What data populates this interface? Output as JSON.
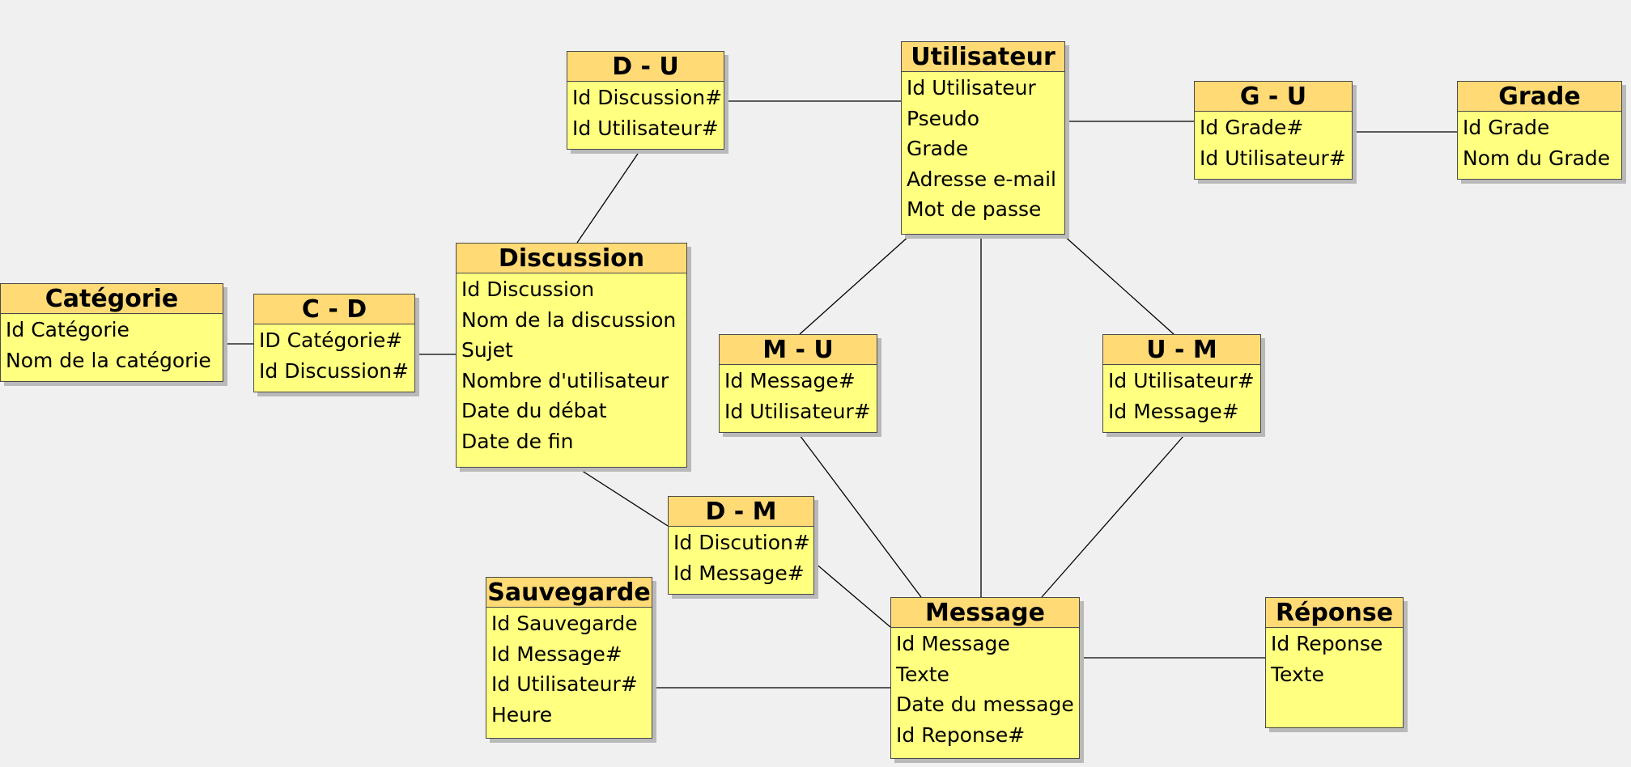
{
  "entities": {
    "du": {
      "name": "D - U",
      "attributes": [
        "Id Discussion#",
        "Id Utilisateur#"
      ]
    },
    "utilisateur": {
      "name": "Utilisateur",
      "attributes": [
        "Id Utilisateur",
        "Pseudo",
        "Grade",
        "Adresse e-mail",
        "Mot de passe"
      ]
    },
    "gu": {
      "name": "G - U",
      "attributes": [
        "Id Grade#",
        "Id Utilisateur#"
      ]
    },
    "grade": {
      "name": "Grade",
      "attributes": [
        "Id Grade",
        "Nom du Grade"
      ]
    },
    "categorie": {
      "name": "Catégorie",
      "attributes": [
        "Id Catégorie",
        "Nom de la catégorie"
      ]
    },
    "cd": {
      "name": "C - D",
      "attributes": [
        "ID Catégorie#",
        "Id Discussion#"
      ]
    },
    "discussion": {
      "name": "Discussion",
      "attributes": [
        "Id Discussion",
        "Nom de la discussion",
        "Sujet",
        "Nombre d'utilisateur",
        "Date du débat",
        "Date de fin"
      ]
    },
    "mu": {
      "name": "M - U",
      "attributes": [
        "Id Message#",
        "Id Utilisateur#"
      ]
    },
    "um": {
      "name": "U - M",
      "attributes": [
        "Id Utilisateur#",
        "Id Message#"
      ]
    },
    "dm": {
      "name": "D - M",
      "attributes": [
        "Id Discution#",
        "Id Message#"
      ]
    },
    "sauvegarde": {
      "name": "Sauvegarde",
      "attributes": [
        "Id Sauvegarde",
        "Id Message#",
        "Id Utilisateur#",
        "Heure"
      ]
    },
    "message": {
      "name": "Message",
      "attributes": [
        "Id Message",
        "Texte",
        "Date du message",
        "Id Reponse#"
      ]
    },
    "reponse": {
      "name": "Réponse",
      "attributes": [
        "Id Reponse",
        "Texte"
      ]
    }
  },
  "links": [
    [
      "du",
      "utilisateur"
    ],
    [
      "du",
      "discussion"
    ],
    [
      "utilisateur",
      "gu"
    ],
    [
      "gu",
      "grade"
    ],
    [
      "categorie",
      "cd"
    ],
    [
      "cd",
      "discussion"
    ],
    [
      "utilisateur",
      "mu"
    ],
    [
      "utilisateur",
      "um"
    ],
    [
      "utilisateur",
      "message"
    ],
    [
      "discussion",
      "dm"
    ],
    [
      "dm",
      "message"
    ],
    [
      "mu",
      "message"
    ],
    [
      "um",
      "message"
    ],
    [
      "sauvegarde",
      "message"
    ],
    [
      "message",
      "reponse"
    ]
  ]
}
